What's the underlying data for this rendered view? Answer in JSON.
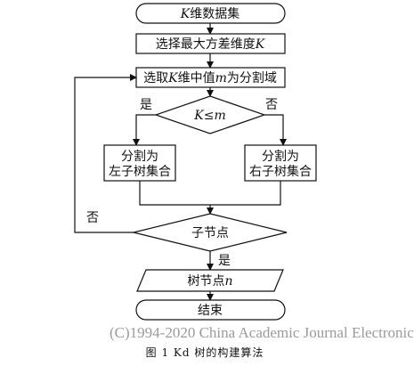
{
  "flowchart": {
    "start": {
      "prefix": "K",
      "text": "维数据集"
    },
    "step_select_dim": {
      "text": "选择最大方差维度",
      "suffix": "K"
    },
    "step_select_median": {
      "pre": "选取",
      "k": "K",
      "mid": "维中值",
      "m": "m",
      "post": "为分割域"
    },
    "decision_compare": {
      "k": "K",
      "op": "≤",
      "m": "m"
    },
    "branch_yes_label": "是",
    "branch_no_label": "否",
    "left_box": {
      "line1": "分割为",
      "line2": "左子树集合"
    },
    "right_box": {
      "line1": "分割为",
      "line2": "右子树集合"
    },
    "decision_child": {
      "text": "子节点"
    },
    "loop_no_label": "否",
    "child_yes_label": "是",
    "tree_node": {
      "text": "树节点",
      "var": "n"
    },
    "end": {
      "text": "结束"
    }
  },
  "watermark": "(C)1994-2020 China Academic Journal Electronic",
  "caption": "图 1   Kd 树的构建算法"
}
